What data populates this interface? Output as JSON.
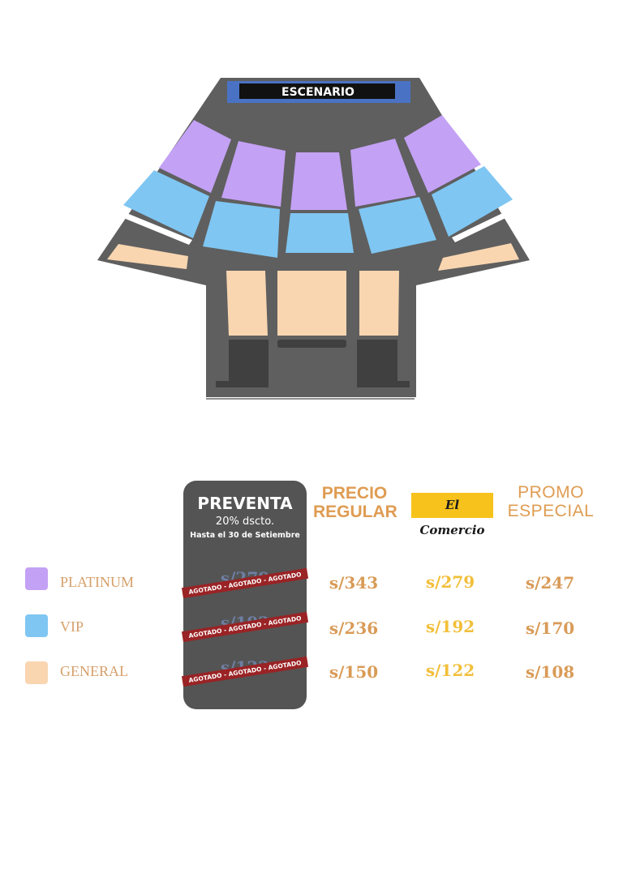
{
  "stage": {
    "label": "ESCENARIO"
  },
  "zones": [
    {
      "name": "PLATINUM",
      "color": "#c3a1f5",
      "preventa": "s/279",
      "regular": "s/343",
      "comercio": "s/279",
      "promo": "s/247"
    },
    {
      "name": "VIP",
      "color": "#7fc6f2",
      "preventa": "s/192",
      "regular": "s/236",
      "comercio": "s/192",
      "promo": "s/170"
    },
    {
      "name": "GENERAL",
      "color": "#f9d6b0",
      "preventa": "s/122",
      "regular": "s/150",
      "comercio": "s/122",
      "promo": "s/108"
    }
  ],
  "preventa": {
    "title": "PREVENTA",
    "discount": "20% dscto.",
    "deadline": "Hasta el 30 de Setiembre",
    "sold_out": "AGOTADO - AGOTADO - AGOTADO"
  },
  "columns": {
    "regular_line1": "PRECIO",
    "regular_line2": "REGULAR",
    "comercio_logo": "El Comercio",
    "promo_line1": "PROMO",
    "promo_line2": "ESPECIAL"
  },
  "colors": {
    "venue_floor": "#5f5f5f",
    "stage_bar": "#4a72c4",
    "accent_orange": "#df9c52",
    "comercio_yellow": "#f7c21b",
    "sold_out_red": "#9a2325"
  }
}
